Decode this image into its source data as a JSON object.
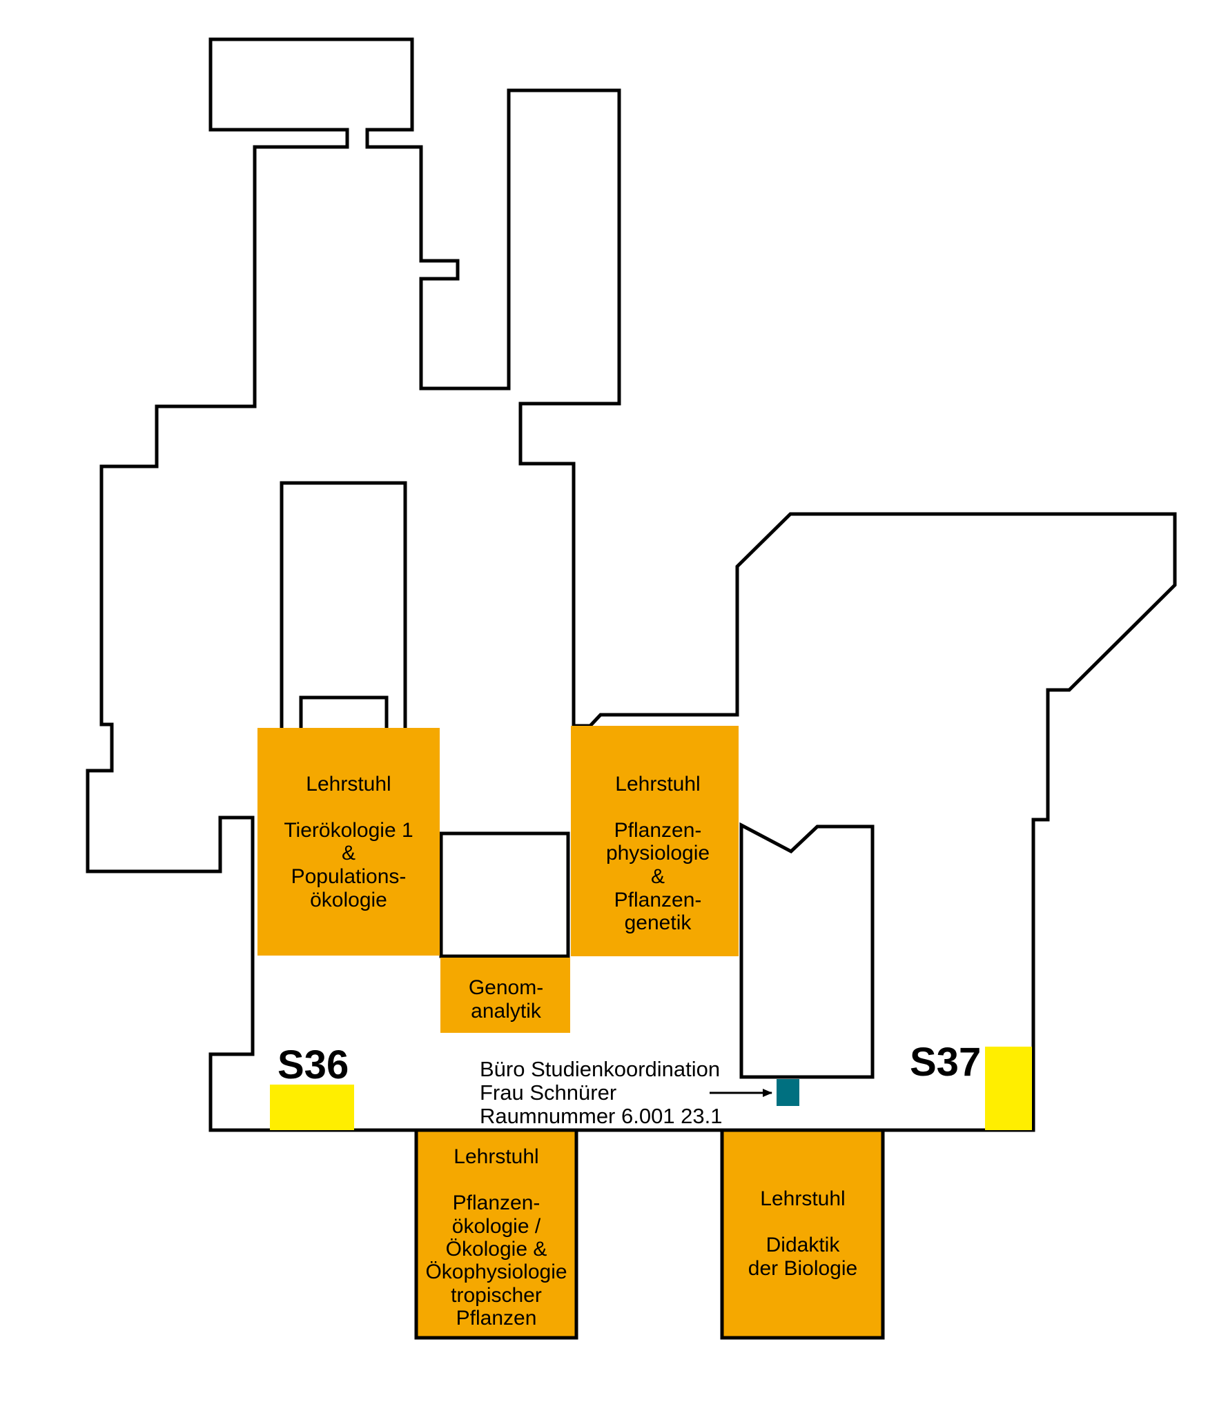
{
  "colors": {
    "chair_fill": "#f5a800",
    "stairwell_fill": "#ffee00",
    "office_marker": "#007080",
    "walls": "#000000",
    "background": "#ffffff"
  },
  "rooms": {
    "tieroekologie": {
      "l1": "Lehrstuhl",
      "l2": "Tierökologie 1",
      "l3": "&",
      "l4": "Populations-",
      "l5": "ökologie"
    },
    "pflanzenphysiologie": {
      "l1": "Lehrstuhl",
      "l2": "Pflanzen-",
      "l3": "physiologie",
      "l4": "&",
      "l5": "Pflanzen-",
      "l6": "genetik"
    },
    "genomanalytik": {
      "l1": "Genom-",
      "l2": "analytik"
    },
    "pflanzenoekologie": {
      "l1": "Lehrstuhl",
      "l2": "Pflanzen-",
      "l3": "ökologie /",
      "l4": "Ökologie &",
      "l5": "Ökophysiologie",
      "l6": "tropischer",
      "l7": "Pflanzen"
    },
    "didaktik": {
      "l1": "Lehrstuhl",
      "l2": "Didaktik",
      "l3": "der Biologie"
    }
  },
  "stairwells": {
    "s36": "S36",
    "s37": "S37"
  },
  "office_note": {
    "line1": "Büro Studienkoordination",
    "line2": "Frau Schnürer",
    "line3": "Raumnummer 6.001 23.1"
  }
}
